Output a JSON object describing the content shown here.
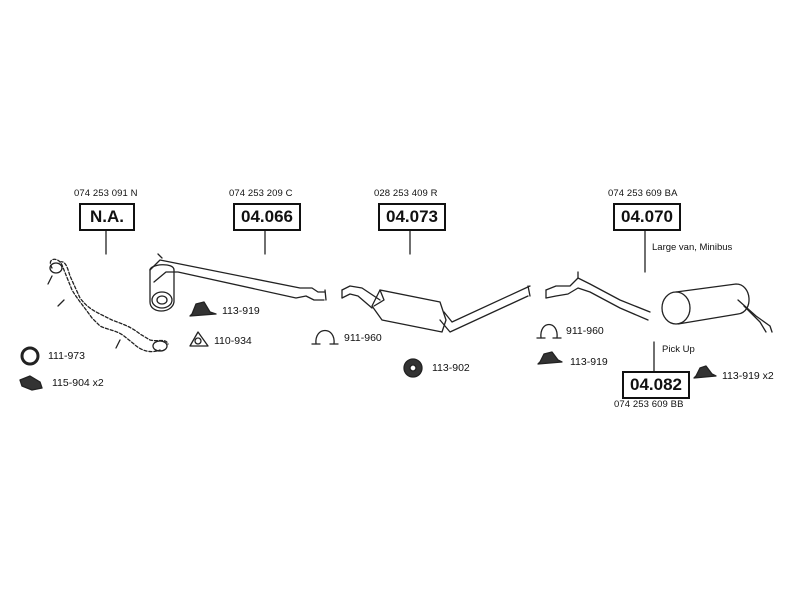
{
  "assemblies": [
    {
      "oem": "074 253 091 N",
      "code": "N.A."
    },
    {
      "oem": "074 253 209 C",
      "code": "04.066"
    },
    {
      "oem": "028 253 409 R",
      "code": "04.073"
    },
    {
      "oem": "074 253 609 BA",
      "code": "04.070",
      "note": "Large van, Minibus"
    },
    {
      "oem": "074 253 609 BB",
      "code": "04.082",
      "note": "Pick Up"
    }
  ],
  "fittings": [
    {
      "label": "111-973",
      "icon": "gasket-ring-icon"
    },
    {
      "label": "115-904 x2",
      "icon": "bracket-icon"
    },
    {
      "label": "113-919",
      "icon": "rubber-hanger-icon"
    },
    {
      "label": "110-934",
      "icon": "flange-gasket-icon"
    },
    {
      "label": "911-960",
      "icon": "u-clamp-icon"
    },
    {
      "label": "113-902",
      "icon": "rubber-mount-icon"
    },
    {
      "label": "911-960",
      "icon": "u-clamp-icon"
    },
    {
      "label": "113-919",
      "icon": "rubber-hanger-icon"
    },
    {
      "label": "113-919 x2",
      "icon": "rubber-hanger-icon"
    }
  ]
}
